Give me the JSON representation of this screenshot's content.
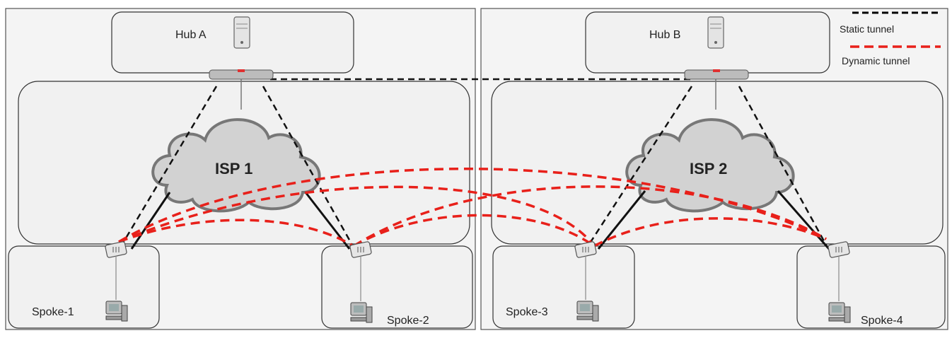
{
  "hubs": [
    {
      "label": "Hub A"
    },
    {
      "label": "Hub B"
    }
  ],
  "isps": [
    {
      "label": "ISP 1"
    },
    {
      "label": "ISP 2"
    }
  ],
  "spokes": [
    {
      "label": "Spoke-1"
    },
    {
      "label": "Spoke-2"
    },
    {
      "label": "Spoke-3"
    },
    {
      "label": "Spoke-4"
    }
  ],
  "legend": {
    "static": {
      "label": "Static tunnel",
      "color": "#000000"
    },
    "dynamic": {
      "label": "Dynamic tunnel",
      "color": "#e8201a"
    }
  }
}
